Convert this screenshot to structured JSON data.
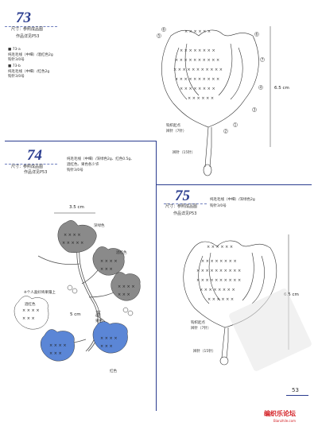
{
  "p73": {
    "number": "73",
    "size": "尺寸：参照成品图",
    "ref": "作品详见P53",
    "variants": [
      {
        "id": "73-a",
        "yarn": "纯毛毛线（中细）/酒红色2g",
        "hook": "钩针3/0号"
      },
      {
        "id": "73-b",
        "yarn": "纯毛毛线（中细）/红色2g",
        "hook": "钩针3/0号"
      }
    ],
    "height": "6.5 cm",
    "start": "钩织起点",
    "loop": "辫针（7针）",
    "stem": "辫针（15针）"
  },
  "p74": {
    "number": "74",
    "size": "尺寸：参照成品图",
    "ref": "作品详见P53",
    "yarn": "纯毛毛线（中细）/深绿色2g、红色0.5g、",
    "yarn2": "酒红色、果色各少许",
    "hook": "钩针3/0号",
    "width": "3.5 cm",
    "color_dark": "深绿色",
    "color_wine": "酒红色",
    "color_red": "红色",
    "color_orange": "果色",
    "note": "※个人喜好将果镶上",
    "stem_len": "5 cm",
    "stem_label": "茎"
  },
  "p75": {
    "number": "75",
    "size": "尺寸：参照成品图",
    "ref": "作品详见P53",
    "yarn": "纯毛毛线（中细）/深绿色2g",
    "hook": "钩针3/0号",
    "height": "6.5 cm",
    "start": "钩织起点",
    "loop": "辫针（7针）",
    "stem": "辫针（15针）"
  },
  "page_number": "53",
  "watermark": "编织乐论坛",
  "watermark_url": "Bianzhile.com",
  "colors": {
    "title_blue": "#2a3c8f",
    "fill_gray": "#8a8a8a",
    "fill_blue": "#5b86d6",
    "brand_red": "#d2191e"
  }
}
